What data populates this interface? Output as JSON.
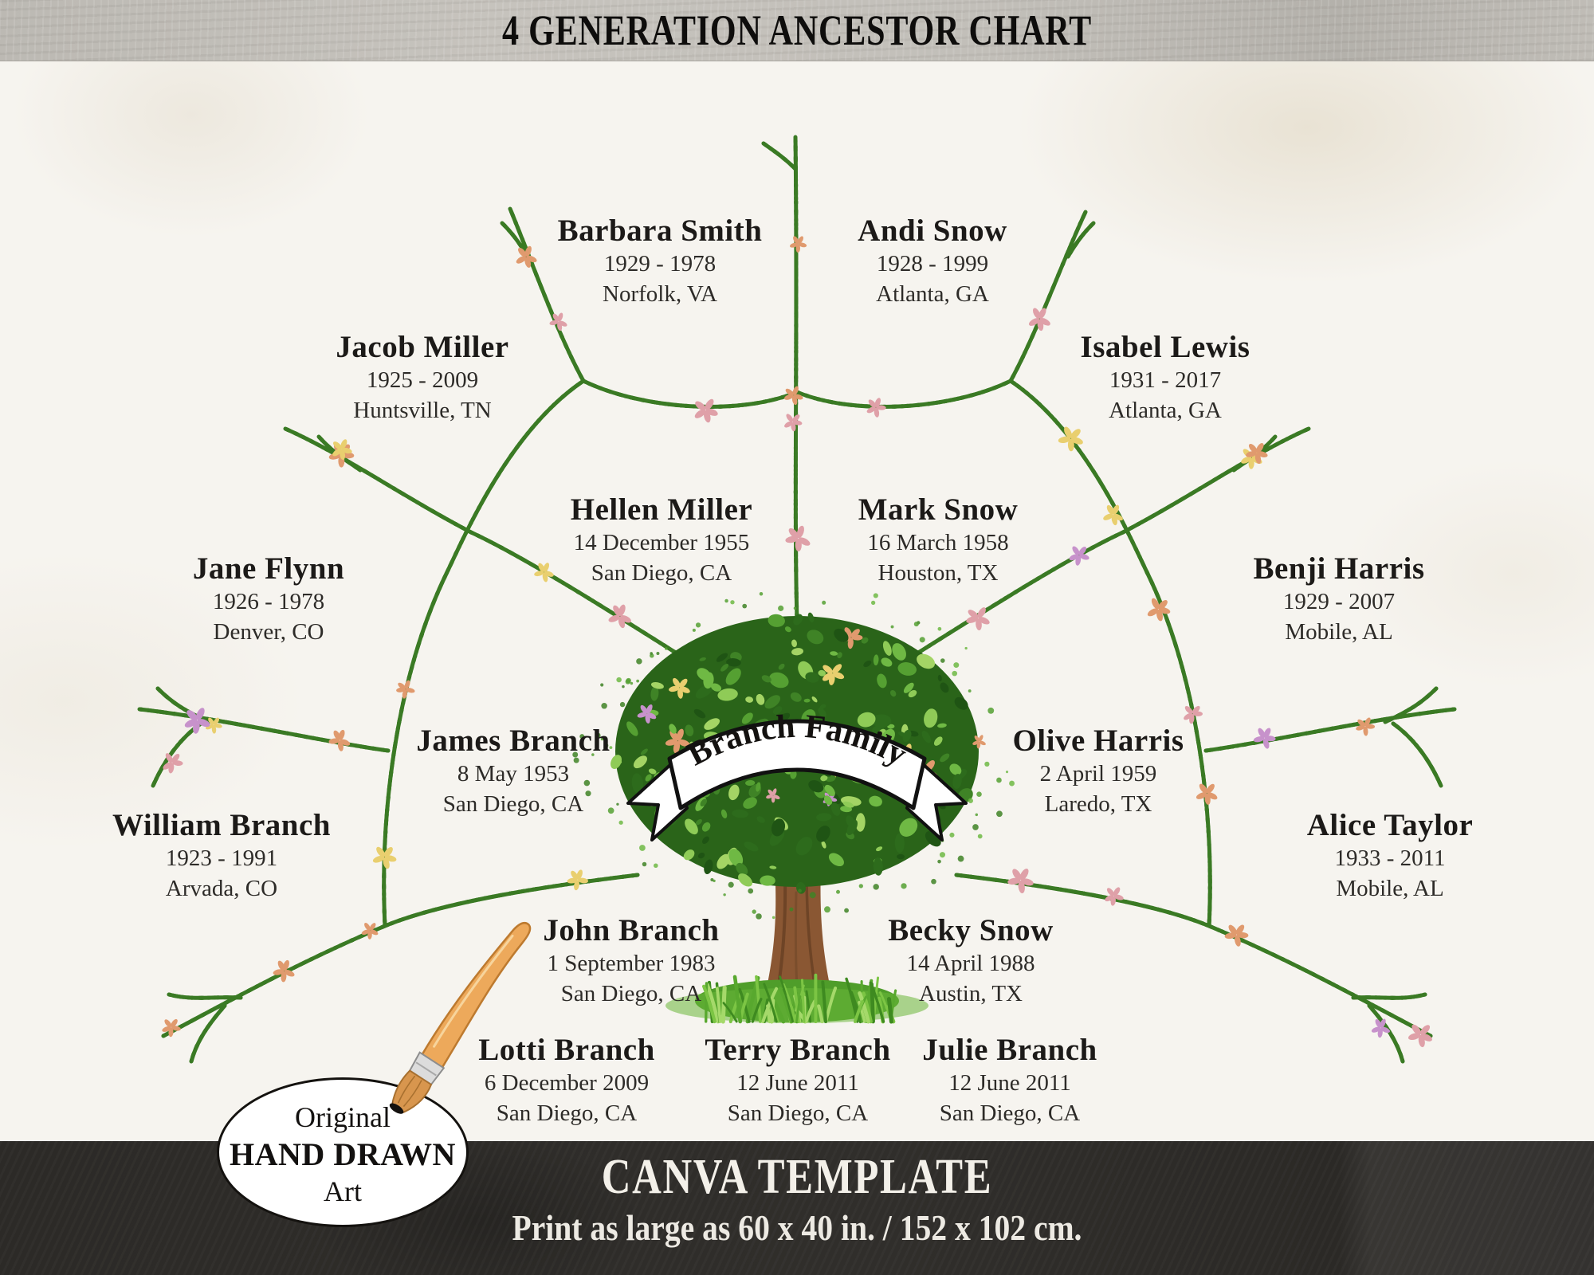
{
  "header": {
    "title": "4 GENERATION ANCESTOR CHART"
  },
  "banner": {
    "family_name": "Branch Family"
  },
  "people": [
    {
      "name": "Barbara Smith",
      "dates": "1929 - 1978",
      "place": "Norfolk, VA"
    },
    {
      "name": "Andi Snow",
      "dates": "1928 - 1999",
      "place": "Atlanta, GA"
    },
    {
      "name": "Jacob Miller",
      "dates": "1925 - 2009",
      "place": "Huntsville, TN"
    },
    {
      "name": "Isabel Lewis",
      "dates": "1931 - 2017",
      "place": "Atlanta, GA"
    },
    {
      "name": "Hellen Miller",
      "dates": "14 December 1955",
      "place": "San Diego, CA"
    },
    {
      "name": "Mark Snow",
      "dates": "16 March 1958",
      "place": "Houston, TX"
    },
    {
      "name": "Jane Flynn",
      "dates": "1926 - 1978",
      "place": "Denver, CO"
    },
    {
      "name": "Benji Harris",
      "dates": "1929 - 2007",
      "place": "Mobile, AL"
    },
    {
      "name": "James Branch",
      "dates": "8 May 1953",
      "place": "San Diego, CA"
    },
    {
      "name": "Olive Harris",
      "dates": "2 April 1959",
      "place": "Laredo, TX"
    },
    {
      "name": "William Branch",
      "dates": "1923 - 1991",
      "place": "Arvada, CO"
    },
    {
      "name": "Alice Taylor",
      "dates": "1933 - 2011",
      "place": "Mobile, AL"
    },
    {
      "name": "John Branch",
      "dates": "1 September 1983",
      "place": "San Diego, CA"
    },
    {
      "name": "Becky Snow",
      "dates": "14 April 1988",
      "place": "Austin, TX"
    },
    {
      "name": "Lotti Branch",
      "dates": "6 December 2009",
      "place": "San Diego, CA"
    },
    {
      "name": "Terry Branch",
      "dates": "12 June 2011",
      "place": "San Diego, CA"
    },
    {
      "name": "Julie Branch",
      "dates": "12 June 2011",
      "place": "San Diego, CA"
    }
  ],
  "badge": {
    "line1": "Original",
    "line2": "HAND DRAWN",
    "line3": "Art"
  },
  "footer": {
    "title": "CANVA TEMPLATE",
    "subtitle": "Print as large as 60 x 40 in. / 152 x 102 cm."
  },
  "colors": {
    "background": "#f6f4ef",
    "header_bg": "#c3c0ba",
    "footer_bg": "#2d2b28",
    "foliage_dark": "#2c641b",
    "foliage_mid": "#4f9634",
    "foliage_light": "#78b94c",
    "trunk": "#8a5733",
    "grass": "#5aa82e",
    "flower_pink": "#dfa0a8",
    "flower_mauve": "#c792cb",
    "flower_yellow": "#e9cf6f",
    "flower_peach": "#e09a6e",
    "ink": "#1c1a18"
  }
}
